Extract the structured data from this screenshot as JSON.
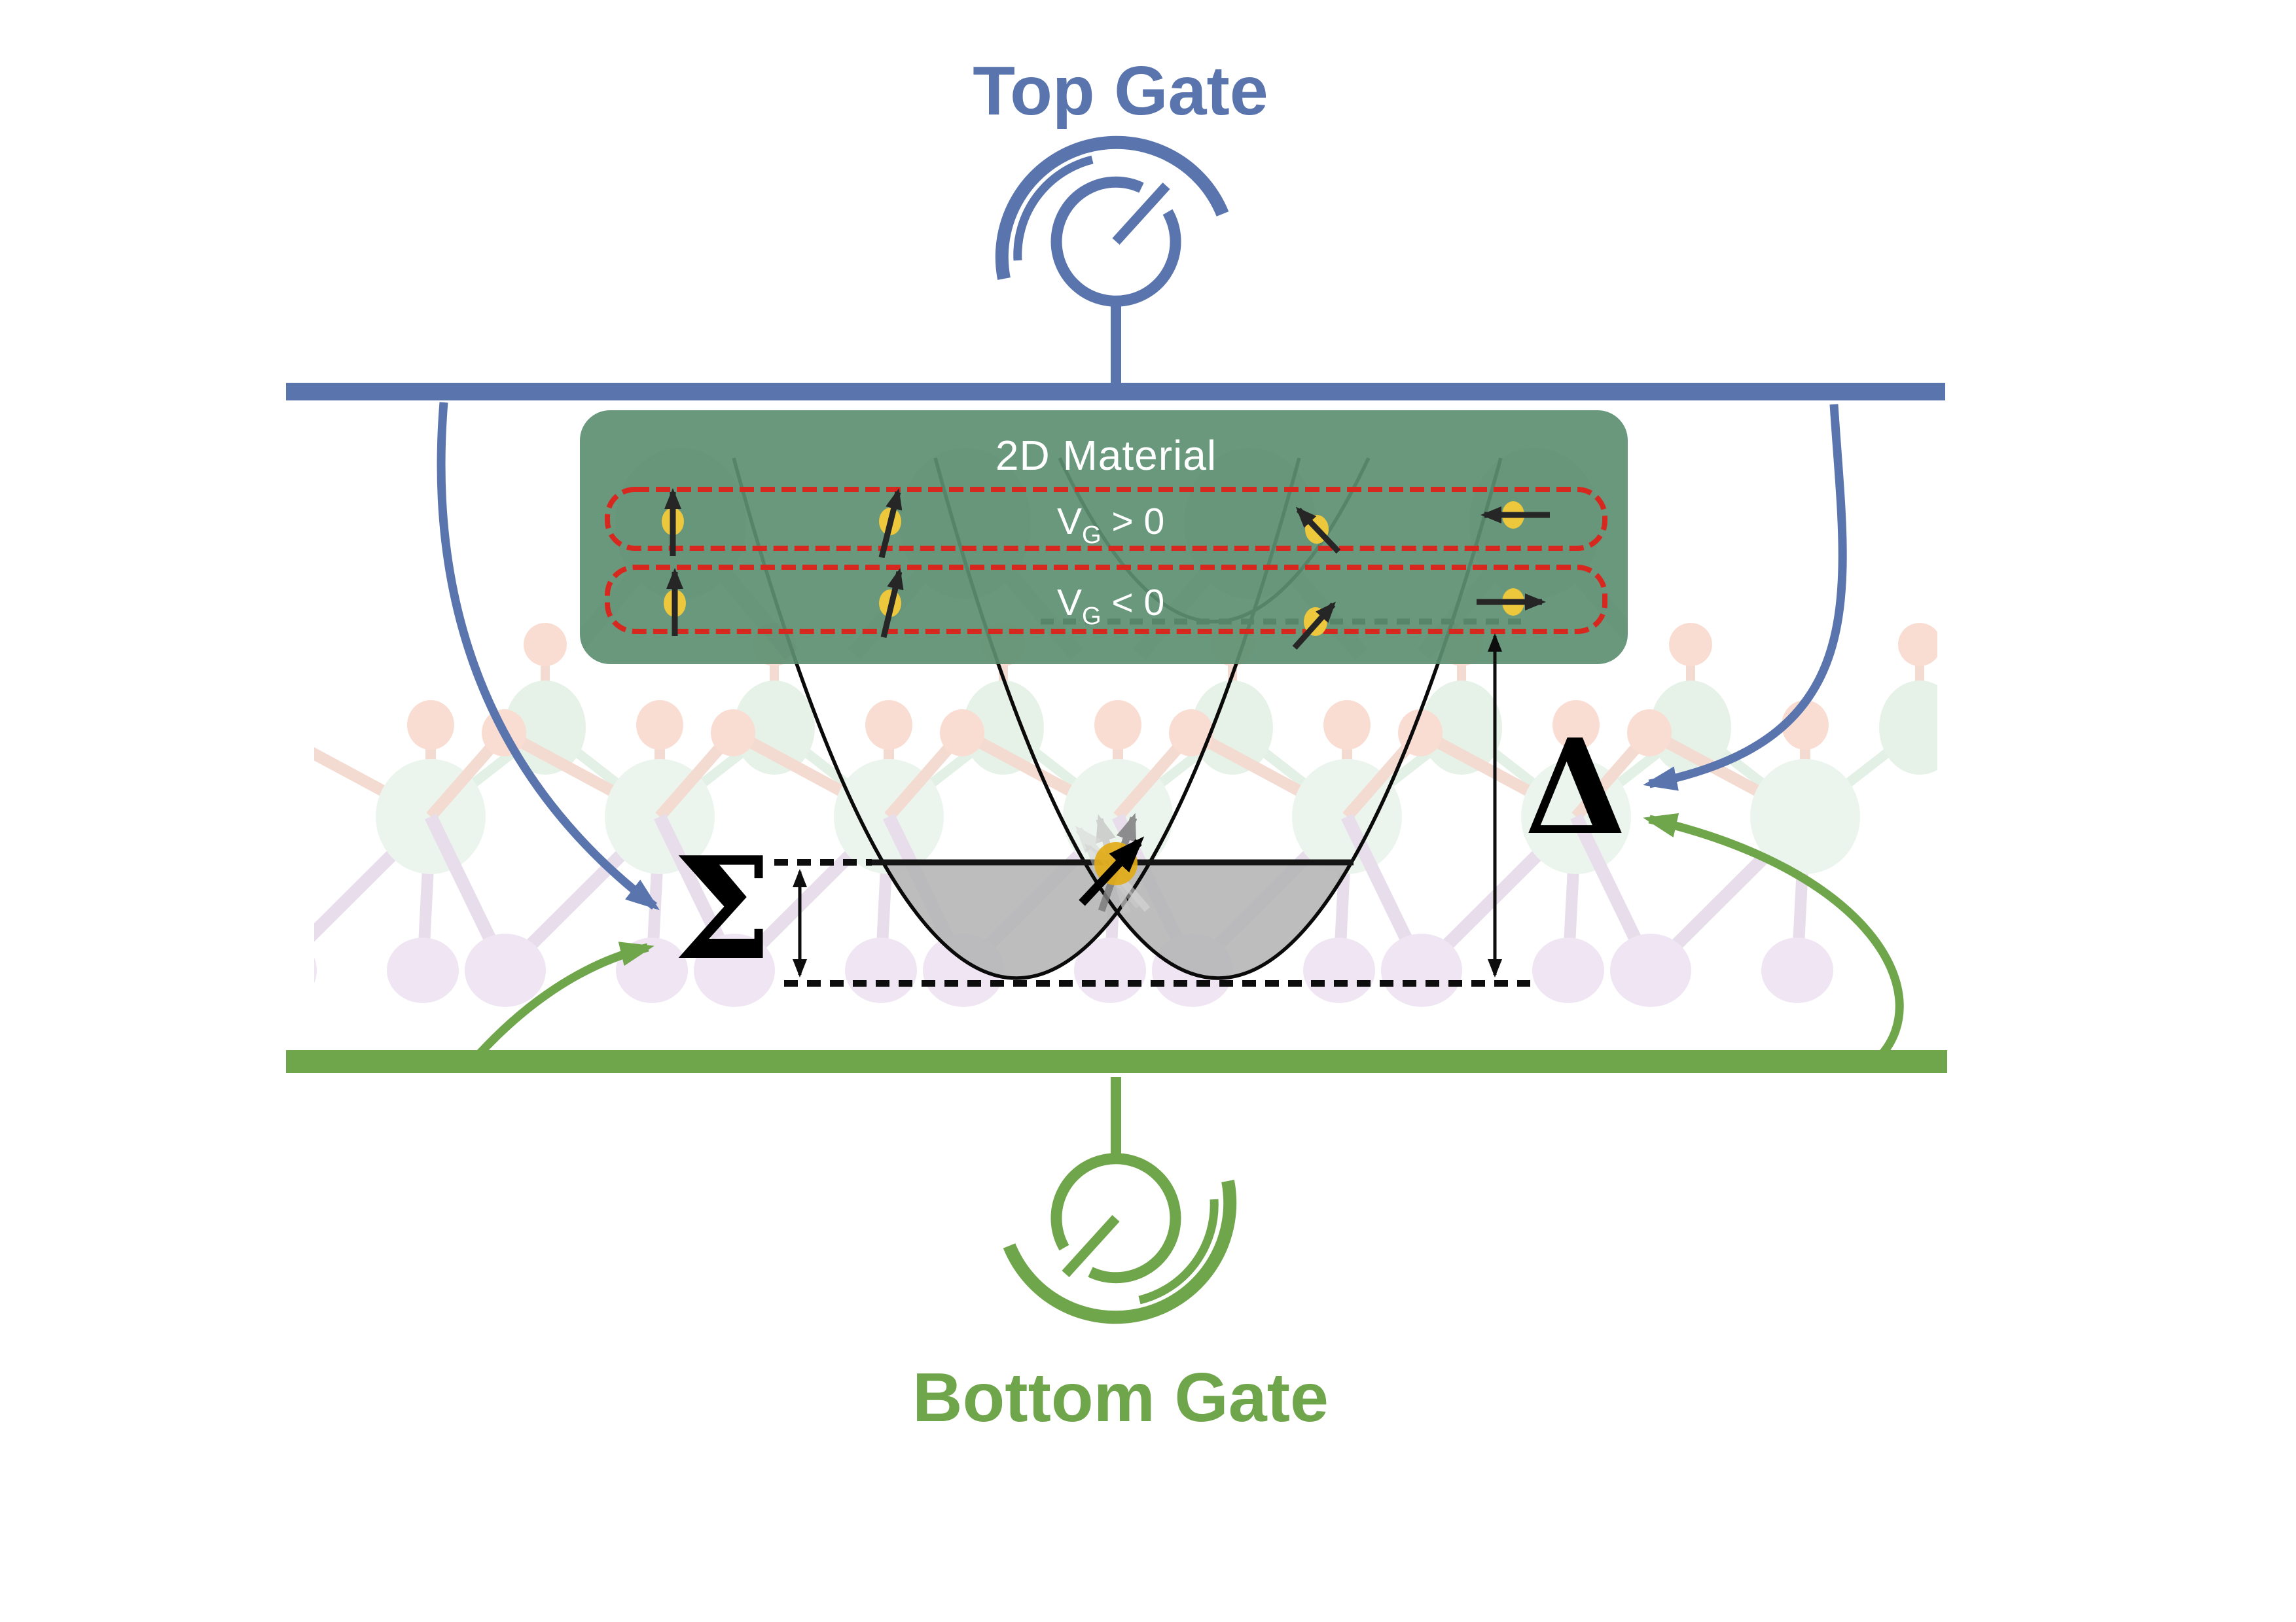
{
  "header": {
    "top_title": "Top Gate"
  },
  "footer": {
    "bottom_title": "Bottom Gate"
  },
  "device": {
    "material_label": "2D Material",
    "row_positive": {
      "v": "V",
      "sub": "G",
      "rel": " > 0"
    },
    "row_negative": {
      "v": "V",
      "sub": "G",
      "rel": " < 0"
    }
  },
  "energy": {
    "sigma": "Σ",
    "delta": "Δ"
  },
  "icons": {
    "top_dial": "voltage-dial-icon",
    "bottom_dial": "voltage-dial-icon"
  },
  "colors": {
    "gate_blue": "#5a74ad",
    "gate_green": "#70a64b",
    "box_green": "#5d8f72",
    "dashed_red": "#d7281f",
    "spin_yellow": "#edc73c",
    "electron_yellow": "#e2ab17",
    "band_gray": "#b4b4b4",
    "ink": "#111111"
  }
}
